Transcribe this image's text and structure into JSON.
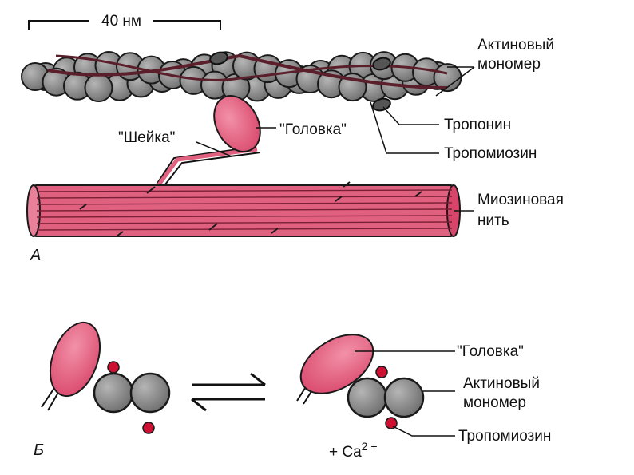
{
  "panel_a": {
    "scale_label": "40 нм",
    "panel_letter": "А",
    "labels": {
      "actin_monomer_line1": "Актиновый",
      "actin_monomer_line2": "мономер",
      "troponin": "Тропонин",
      "tropomyosin": "Тропомиозин",
      "head": "\"Головка\"",
      "neck": "\"Шейка\"",
      "myosin_line1": "Миозиновая",
      "myosin_line2": "нить"
    }
  },
  "panel_b": {
    "panel_letter": "Б",
    "calcium_label": "+ Ca",
    "calcium_superscript": "2 +",
    "labels": {
      "head": "\"Головка\"",
      "actin_monomer_line1": "Актиновый",
      "actin_monomer_line2": "мономер",
      "tropomyosin": "Тропомиозин"
    }
  },
  "colors": {
    "actin": "#8a8a8a",
    "myosin": "#e06080",
    "tropomyosin": "#5a1f2a",
    "calcium_dot": "#cc1133",
    "outline": "#1a1a1a"
  }
}
